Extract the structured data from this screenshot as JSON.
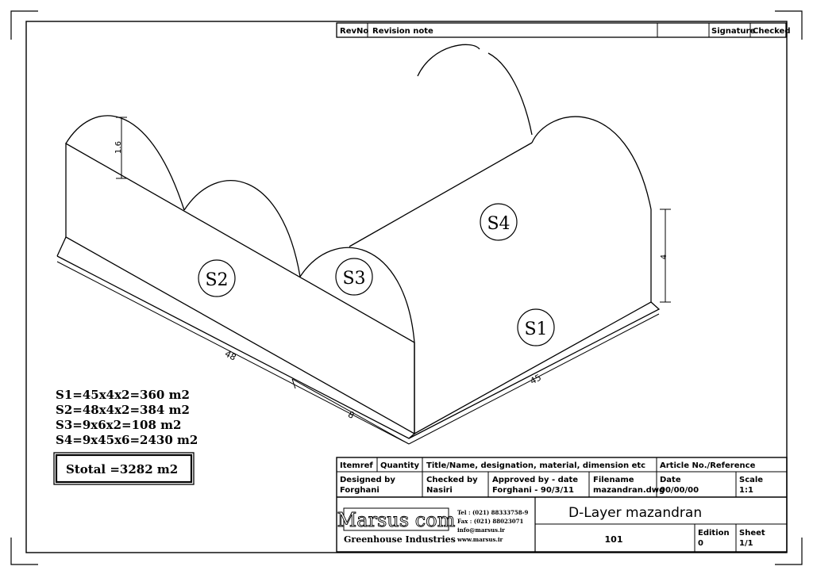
{
  "revision_block": {
    "rev_no": "RevNo",
    "revision_note": "Revision note",
    "signature": "Signature",
    "checked": "Checked"
  },
  "drawing": {
    "dim_arch_height": "1.6",
    "dim_wall_height": "4",
    "dim_length_left": "48",
    "dim_length_right": "45",
    "dim_span": "8",
    "labels": {
      "s1": "S1",
      "s2": "S2",
      "s3": "S3",
      "s4": "S4"
    }
  },
  "calculations": [
    "S1=45x4x2=360  m2",
    "S2=48x4x2=384  m2",
    "S3=9x6x2=108  m2",
    "S4=9x45x6=2430  m2"
  ],
  "total": "Stotal  =3282  m2",
  "title_block": {
    "itemref": "Itemref",
    "quantity": "Quantity",
    "title_header": "Title/Name, designation, material, dimension etc",
    "article_header": "Article No./Reference",
    "designed_by_label": "Designed by",
    "designed_by_value": "Forghani",
    "checked_by_label": "Checked by",
    "checked_by_value": "Nasiri",
    "approved_by_label": "Approved by - date",
    "approved_by_value": "Forghani - 90/3/11",
    "filename_label": "Filename",
    "filename_value": "mazandran.dwg",
    "date_label": "Date",
    "date_value": "00/00/00",
    "scale_label": "Scale",
    "scale_value": "1:1",
    "company_logo": "Marsus com",
    "company_sub": "Greenhouse Industries",
    "tel": "Tel : (021) 88333758-9",
    "fax": "Fax : (021) 88023071",
    "email": "info@marsus.ir",
    "web": "www.marsus.ir",
    "drawing_title": "D-Layer   mazandran",
    "drawing_number": "101",
    "edition_label": "Edition",
    "edition_value": "0",
    "sheet_label": "Sheet",
    "sheet_value": "1/1"
  }
}
